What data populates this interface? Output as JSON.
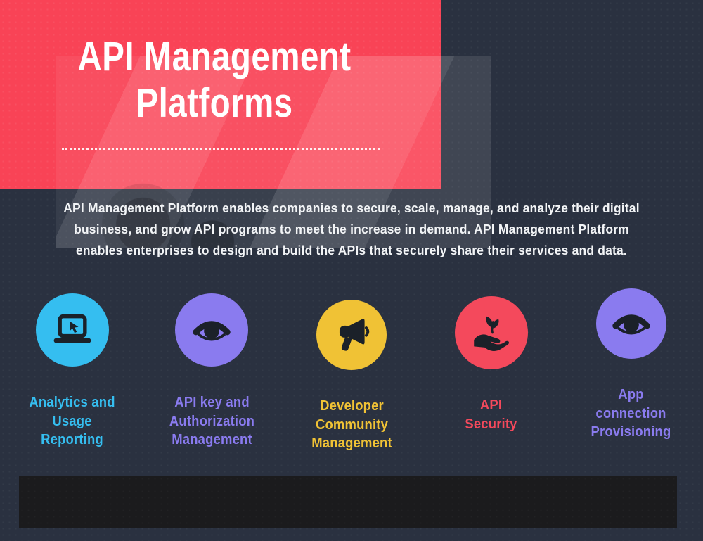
{
  "header": {
    "title": "API Management Platforms"
  },
  "description": "API Management Platform enables companies to secure, scale, manage, and analyze their digital\nbusiness, and grow API programs to meet the increase in demand. API Management Platform\nenables enterprises to design and build the APIs that securely share their services and data.",
  "features": [
    {
      "label": "Analytics and\nUsage\nReporting",
      "icon": "laptop-cursor-icon",
      "color": "#35BEF0"
    },
    {
      "label": "API key and\nAuthorization\nManagement",
      "icon": "eye-icon",
      "color": "#8A7BEF"
    },
    {
      "label": "Developer\nCommunity\nManagement",
      "icon": "megaphone-icon",
      "color": "#F0C235"
    },
    {
      "label": "API\nSecurity",
      "icon": "hand-plant-icon",
      "color": "#F4495C"
    },
    {
      "label": "App\nconnection\nProvisioning",
      "icon": "eye-icon",
      "color": "#8A7BEF"
    }
  ],
  "colors": {
    "background": "#2A3140",
    "banner_red": "#F94356",
    "icon_glyph": "#1B2129",
    "footer_bar": "#1B1B1D",
    "title_text": "#FFFFFF",
    "description_text": "#F2F4F6",
    "dotted_line": "#FFFFFF"
  }
}
